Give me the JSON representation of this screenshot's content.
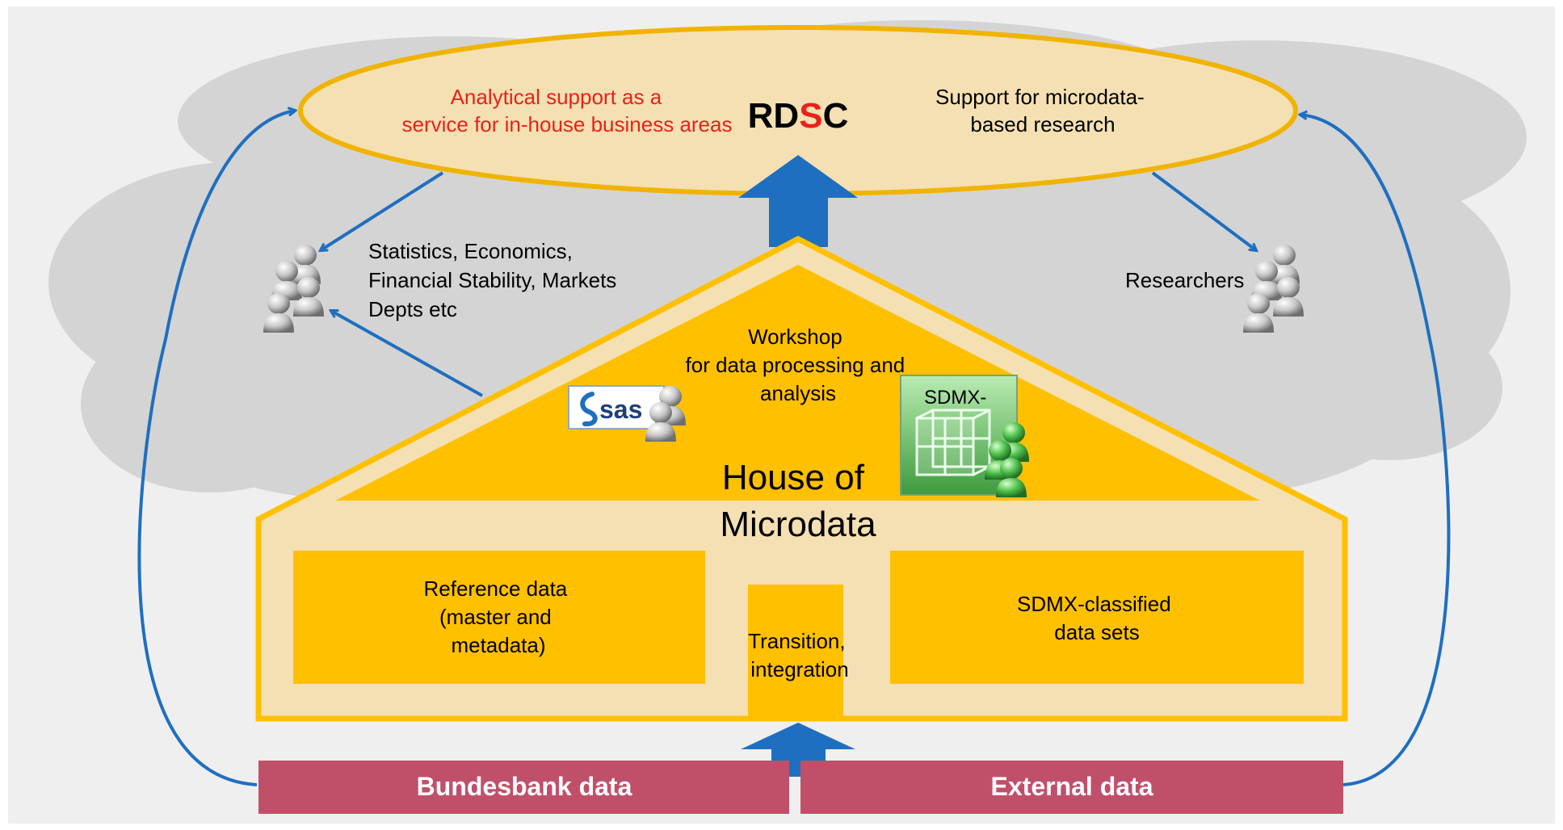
{
  "rdsc": {
    "left_text": [
      "Analytical support as a",
      "service for in-house business areas"
    ],
    "title_prefix": "RD",
    "title_highlight": "S",
    "title_suffix": "C",
    "right_text": [
      "Support for microdata-",
      "based research"
    ]
  },
  "users_left": [
    "Statistics, Economics,",
    "Financial Stability, Markets",
    "Depts etc"
  ],
  "users_right": "Researchers",
  "workshop": [
    "Workshop",
    "for data processing and",
    "analysis"
  ],
  "sas_logo": "sas",
  "sdmx_tool": "SDMX-",
  "house_title": [
    "House of",
    "Microdata"
  ],
  "reference_data": [
    "Reference data",
    "(master and",
    "metadata)"
  ],
  "transition": [
    "Transition,",
    "integration"
  ],
  "sdmx_datasets": [
    "SDMX-classified",
    "data sets"
  ],
  "bundesbank_data": "Bundesbank data",
  "external_data": "External data",
  "colors": {
    "background_panel": "#EFEFEF",
    "cloud": "#D4D4D4",
    "ellipse_fill": "#F4E0B2",
    "ellipse_stroke": "#F0B400",
    "house_fill": "#F4E0B2",
    "gold": "#FFC000",
    "blue_arrow": "#1F6FC0",
    "red_text": "#E8221B",
    "source_bar": "#C0506A"
  }
}
